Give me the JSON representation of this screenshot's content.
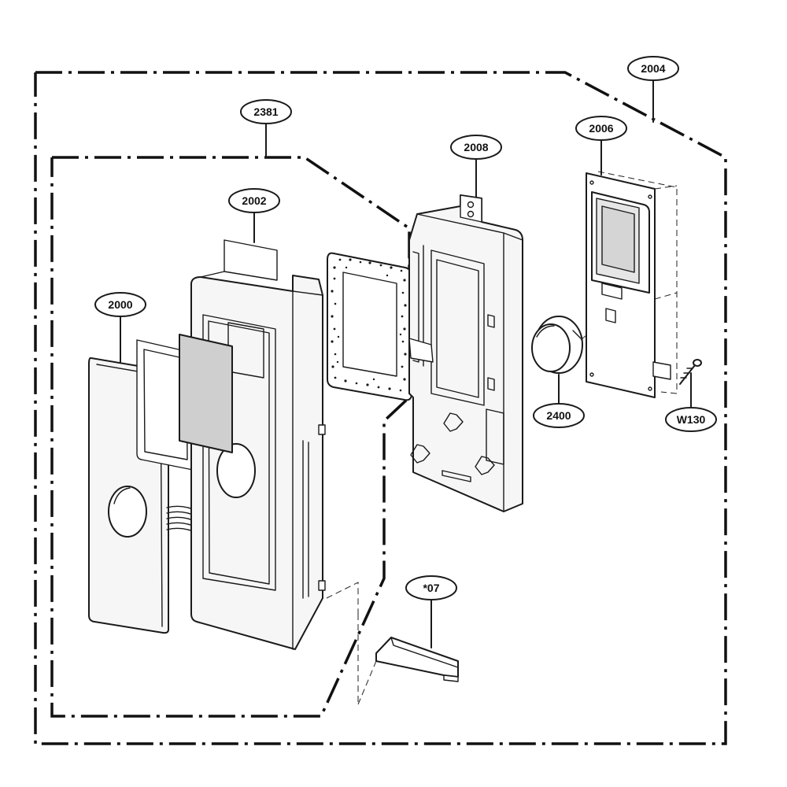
{
  "diagram": {
    "callouts": [
      {
        "id": "2004",
        "label": "2004"
      },
      {
        "id": "2381",
        "label": "2381"
      },
      {
        "id": "2006",
        "label": "2006"
      },
      {
        "id": "2008",
        "label": "2008"
      },
      {
        "id": "2002",
        "label": "2002"
      },
      {
        "id": "2000",
        "label": "2000"
      },
      {
        "id": "2400",
        "label": "2400"
      },
      {
        "id": "w130",
        "label": "W130"
      },
      {
        "id": "07",
        "label": "*07"
      }
    ]
  },
  "colors": {
    "line": "#1a1a1a",
    "window_gray": "#cfcfcf",
    "background": "#ffffff"
  }
}
